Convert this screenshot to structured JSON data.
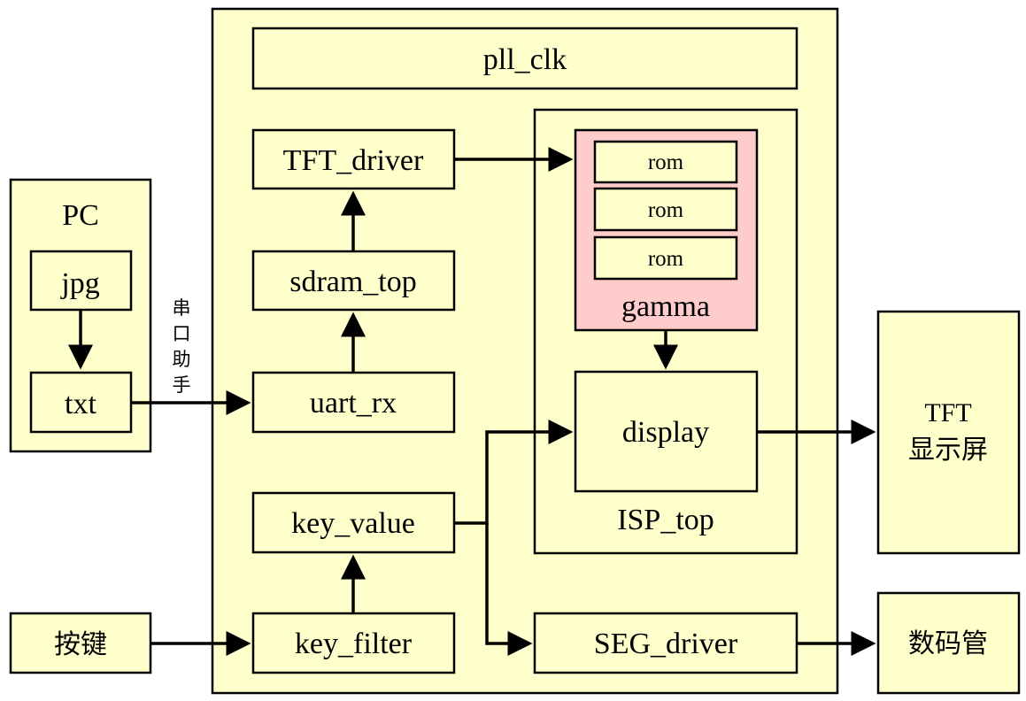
{
  "pc": {
    "title": "PC",
    "jpg": "jpg",
    "txt": "txt"
  },
  "serial": [
    "串",
    "口",
    "助",
    "手"
  ],
  "keys": "按键",
  "fpga": {
    "pll_clk": "pll_clk",
    "tft_driver": "TFT_driver",
    "sdram_top": "sdram_top",
    "uart_rx": "uart_rx",
    "key_value": "key_value",
    "key_filter": "key_filter",
    "seg_driver": "SEG_driver",
    "isp": {
      "title": "ISP_top",
      "display": "display",
      "gamma": {
        "title": "gamma",
        "roms": [
          "rom",
          "rom",
          "rom"
        ]
      }
    }
  },
  "tft_screen": {
    "line1": "TFT",
    "line2": "显示屏"
  },
  "seg_display": "数码管",
  "colors": {
    "module_fill": "#ffffcc",
    "gamma_fill": "#ffcccc",
    "line": "#000000"
  }
}
